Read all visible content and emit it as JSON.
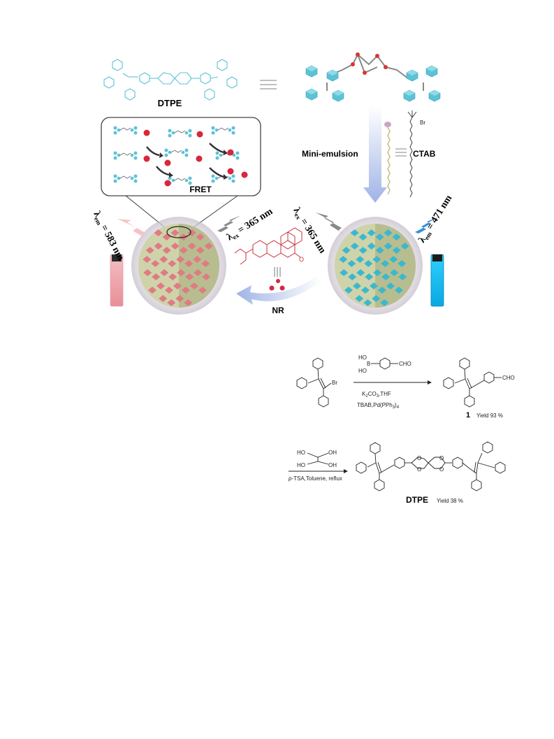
{
  "diagram": {
    "molecule_label": "DTPE",
    "fret_label": "FRET",
    "process_label": "Mini-emulsion",
    "surfactant_label": "CTAB",
    "surfactant_counterion": "Br",
    "dye_label": "NR",
    "dye_label_on_structure": "O",
    "left_particle": {
      "lambda_em": "λem = 583 nm",
      "lambda_ex": "λex = 365 nm",
      "color": "#e07a85"
    },
    "right_particle": {
      "lambda_ex": "λex = 365 nm",
      "lambda_em": "λem = 471 nm",
      "color": "#3ab8cf"
    }
  },
  "scheme": {
    "step1": {
      "reactant_atom": "Br",
      "boronic_ho_top": "HO",
      "boronic_b": "B",
      "boronic_ho_bottom": "HO",
      "boronic_cho": "CHO",
      "conditions_1": "K2CO3,THF",
      "conditions_2": "TBAB,Pd(PPh3)4",
      "product_cho": "CHO",
      "product_number": "1",
      "yield": "Yield 93 %"
    },
    "step2": {
      "reagent_ho_1": "HO",
      "reagent_oh_1": "OH",
      "reagent_ho_2": "HO",
      "reagent_oh_2": "OH",
      "conditions": "p-TSA,Toluene, reflux",
      "product_label": "DTPE",
      "yield": "Yield 38 %",
      "acetal_o": "O"
    }
  },
  "colors": {
    "cyan": "#5cc3d6",
    "pink": "#e07a85",
    "red": "#d8263c",
    "arrow_blue": "#b8c8e8",
    "gray": "#888888"
  }
}
